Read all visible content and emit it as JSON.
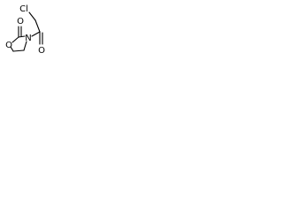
{
  "molecule": {
    "atoms": {
      "chlorine": "Cl",
      "carbonyl_oxygen_acyl": "O",
      "carbonyl_oxygen_ring": "O",
      "ring_oxygen": "O",
      "nitrogen": "N"
    }
  }
}
